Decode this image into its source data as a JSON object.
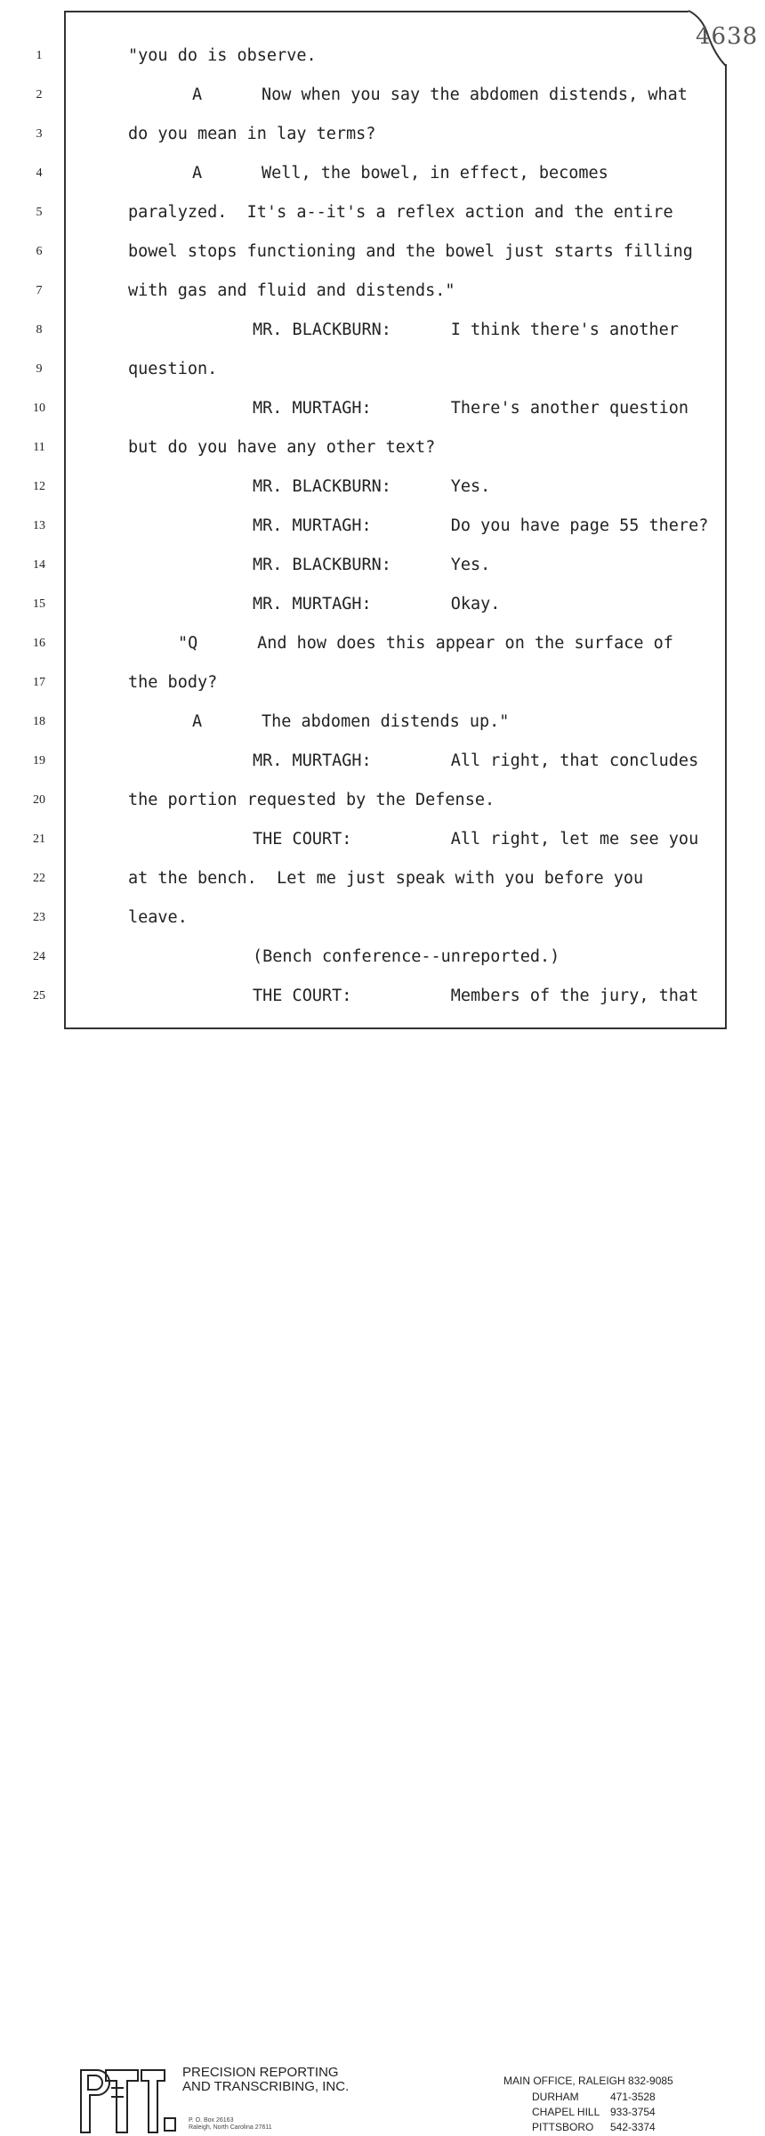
{
  "page_number": "4638",
  "lines": [
    {
      "n": "1",
      "text": "\"you do is observe."
    },
    {
      "n": "2",
      "text": "A      Now when you say the abdomen distends, what"
    },
    {
      "n": "3",
      "text": "do you mean in lay terms?"
    },
    {
      "n": "4",
      "text": "A      Well, the bowel, in effect, becomes"
    },
    {
      "n": "5",
      "text": "paralyzed.  It's a--it's a reflex action and the entire"
    },
    {
      "n": "6",
      "text": "bowel stops functioning and the bowel just starts filling"
    },
    {
      "n": "7",
      "text": "with gas and fluid and distends.\""
    },
    {
      "n": "8",
      "text": "MR. BLACKBURN:      I think there's another"
    },
    {
      "n": "9",
      "text": "question."
    },
    {
      "n": "10",
      "text": "MR. MURTAGH:        There's another question"
    },
    {
      "n": "11",
      "text": "but do you have any other text?"
    },
    {
      "n": "12",
      "text": "MR. BLACKBURN:      Yes."
    },
    {
      "n": "13",
      "text": "MR. MURTAGH:        Do you have page 55 there?"
    },
    {
      "n": "14",
      "text": "MR. BLACKBURN:      Yes."
    },
    {
      "n": "15",
      "text": "MR. MURTAGH:        Okay."
    },
    {
      "n": "16",
      "text": "\"Q      And how does this appear on the surface of"
    },
    {
      "n": "17",
      "text": "the body?"
    },
    {
      "n": "18",
      "text": "A      The abdomen distends up.\""
    },
    {
      "n": "19",
      "text": "MR. MURTAGH:        All right, that concludes"
    },
    {
      "n": "20",
      "text": "the portion requested by the Defense."
    },
    {
      "n": "21",
      "text": "THE COURT:          All right, let me see you"
    },
    {
      "n": "22",
      "text": "at the bench.  Let me just speak with you before you"
    },
    {
      "n": "23",
      "text": "leave."
    },
    {
      "n": "24",
      "text": "(Bench conference--unreported.)"
    },
    {
      "n": "25",
      "text": "THE COURT:          Members of the jury, that"
    }
  ],
  "footer": {
    "company_line1": "PRECISION REPORTING",
    "company_line2": "AND TRANSCRIBING, INC.",
    "address_line1": "P. O. Box 26163",
    "address_line2": "Raleigh, North Carolina  27611",
    "main_office": "MAIN OFFICE, RALEIGH  832-9085",
    "offices": [
      {
        "city": "DURHAM",
        "phone": "471-3528"
      },
      {
        "city": "CHAPEL HILL",
        "phone": "933-3754"
      },
      {
        "city": "PITTSBORO",
        "phone": "542-3374"
      }
    ]
  }
}
